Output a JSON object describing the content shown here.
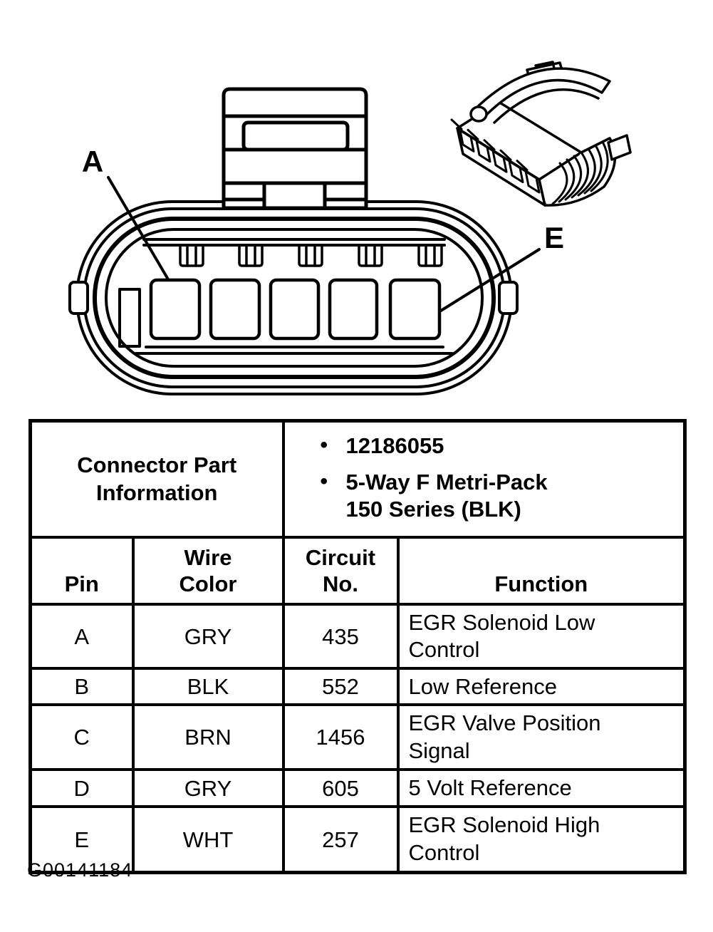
{
  "page": {
    "background_color": "#ffffff",
    "ink_color": "#000000",
    "caption": "G00141184"
  },
  "diagram": {
    "front_view": {
      "pin_label_a": "A",
      "pin_label_e": "E",
      "pin_cavity_count": 5
    }
  },
  "table": {
    "part_info": {
      "title": "Connector Part Information",
      "bullet_char": "•",
      "bullet1": "12186055",
      "bullet2_line1": "5-Way F Metri-Pack",
      "bullet2_line2": "150 Series (BLK)"
    },
    "headers": {
      "pin": "Pin",
      "wire_color_line1": "Wire",
      "wire_color_line2": "Color",
      "circuit_line1": "Circuit",
      "circuit_line2": "No.",
      "function": "Function"
    },
    "rows": [
      {
        "pin": "A",
        "wire_color": "GRY",
        "circuit_no": "435",
        "function": "EGR Solenoid Low Control"
      },
      {
        "pin": "B",
        "wire_color": "BLK",
        "circuit_no": "552",
        "function": "Low Reference"
      },
      {
        "pin": "C",
        "wire_color": "BRN",
        "circuit_no": "1456",
        "function": "EGR Valve Position Signal"
      },
      {
        "pin": "D",
        "wire_color": "GRY",
        "circuit_no": "605",
        "function": "5 Volt Reference"
      },
      {
        "pin": "E",
        "wire_color": "WHT",
        "circuit_no": "257",
        "function": "EGR Solenoid High Control"
      }
    ]
  }
}
